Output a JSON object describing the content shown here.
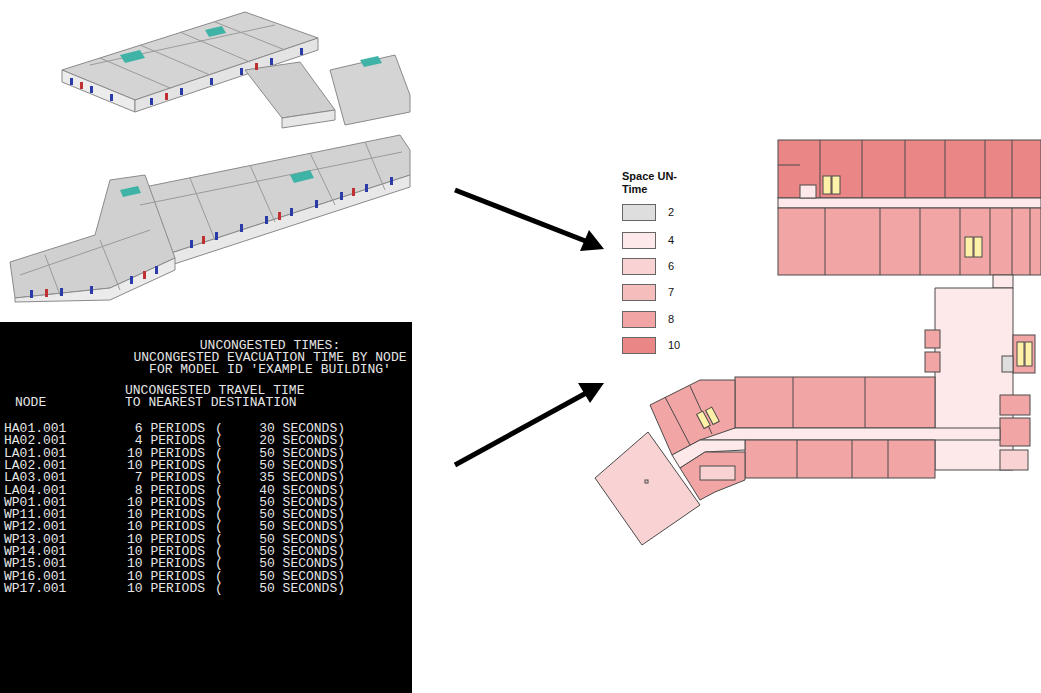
{
  "diagram": {
    "nodes": [
      {
        "text": [
          "UNCONGESTED TIMES:",
          "UNCONGESTED EVACUATION TIME BY NODE",
          "FOR MODEL ID 'EXAMPLE BUILDING'",
          "UNCONGESTED TRAVEL TIME",
          "TO NEAREST DESTINATION",
          "NODE"
        ]
      }
    ],
    "labels": [
      "Space UN-Time",
      "HA01.001",
      "6 PERIODS",
      "(",
      "30 SECONDS)",
      "HA02.001",
      "4 PERIODS",
      "(",
      "20 SECONDS)",
      "LA01.001",
      "10 PERIODS",
      "(",
      "50 SECONDS)",
      "LA02.001",
      "10 PERIODS",
      "(",
      "50 SECONDS)",
      "LA03.001",
      "7 PERIODS",
      "(",
      "35 SECONDS)",
      "LA04.001",
      "8 PERIODS",
      "(",
      "40 SECONDS)",
      "WP01.001",
      "10 PERIODS",
      "(",
      "50 SECONDS)",
      "WP11.001",
      "10 PERIODS",
      "(",
      "50 SECONDS)",
      "WP12.001",
      "10 PERIODS",
      "(",
      "50 SECONDS)",
      "WP13.001",
      "10 PERIODS",
      "(",
      "50 SECONDS)",
      "WP14.001",
      "10 PERIODS",
      "(",
      "50 SECONDS)",
      "WP15.001",
      "10 PERIODS",
      "(",
      "50 SECONDS)",
      "WP16.001",
      "10 PERIODS",
      "(",
      "50 SECONDS)",
      "WP17.001",
      "10 PERIODS",
      "(",
      "50 SECONDS)"
    ],
    "legend": [
      {
        "text": "2",
        "color": "#dedede"
      },
      {
        "text": "4",
        "color": "#fde9e9"
      },
      {
        "text": "6",
        "color": "#f9d3d3"
      },
      {
        "text": "7",
        "color": "#f6bdbd"
      },
      {
        "text": "8",
        "color": "#f2a5a5"
      },
      {
        "text": "10",
        "color": "#ea8686"
      }
    ]
  }
}
